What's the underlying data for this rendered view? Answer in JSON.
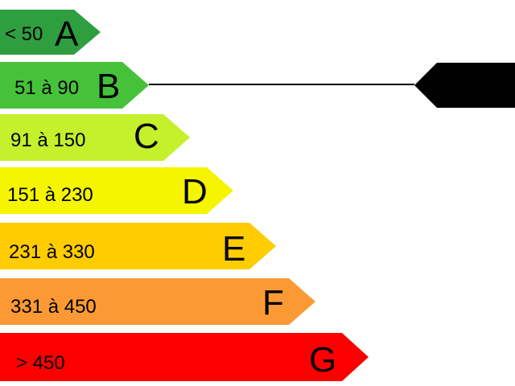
{
  "ratings": [
    {
      "range": "< 50",
      "letter": "A",
      "color": "#2f9e3f"
    },
    {
      "range": "51 à 90",
      "letter": "B",
      "color": "#45c23a"
    },
    {
      "range": "91 à 150",
      "letter": "C",
      "color": "#c4f02c"
    },
    {
      "range": "151 à 230",
      "letter": "D",
      "color": "#f5f500"
    },
    {
      "range": "231 à 330",
      "letter": "E",
      "color": "#ffcc00"
    },
    {
      "range": "331 à 450",
      "letter": "F",
      "color": "#fb9a34"
    },
    {
      "range": "> 450",
      "letter": "G",
      "color": "#fc0000"
    }
  ],
  "indicator": {
    "current_letter": "B",
    "color": "#000000"
  }
}
